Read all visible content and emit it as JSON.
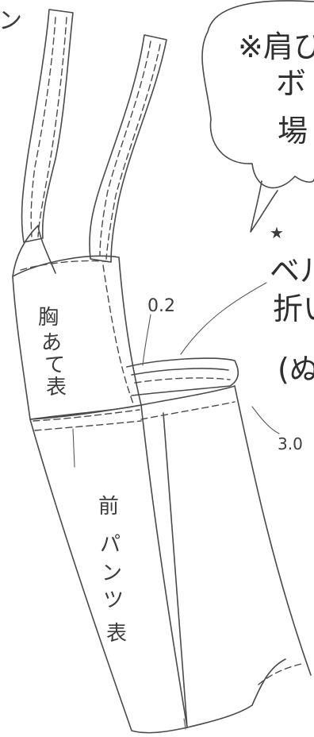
{
  "annotations": {
    "top_left_mark": "ン",
    "note_line1": "※肩ひ",
    "note_line2": "ボ",
    "note_line3": "場",
    "star": "★",
    "belt_line1": "ベル",
    "belt_line2": "折い",
    "belt_line3": "(ぬ",
    "measure_top": "0.2",
    "measure_right": "3.0"
  },
  "pieces": {
    "bib_label": [
      "胸",
      "あ",
      "て",
      "表"
    ],
    "pants_label": [
      "前",
      "パ",
      "ン",
      "ツ",
      "表"
    ]
  }
}
